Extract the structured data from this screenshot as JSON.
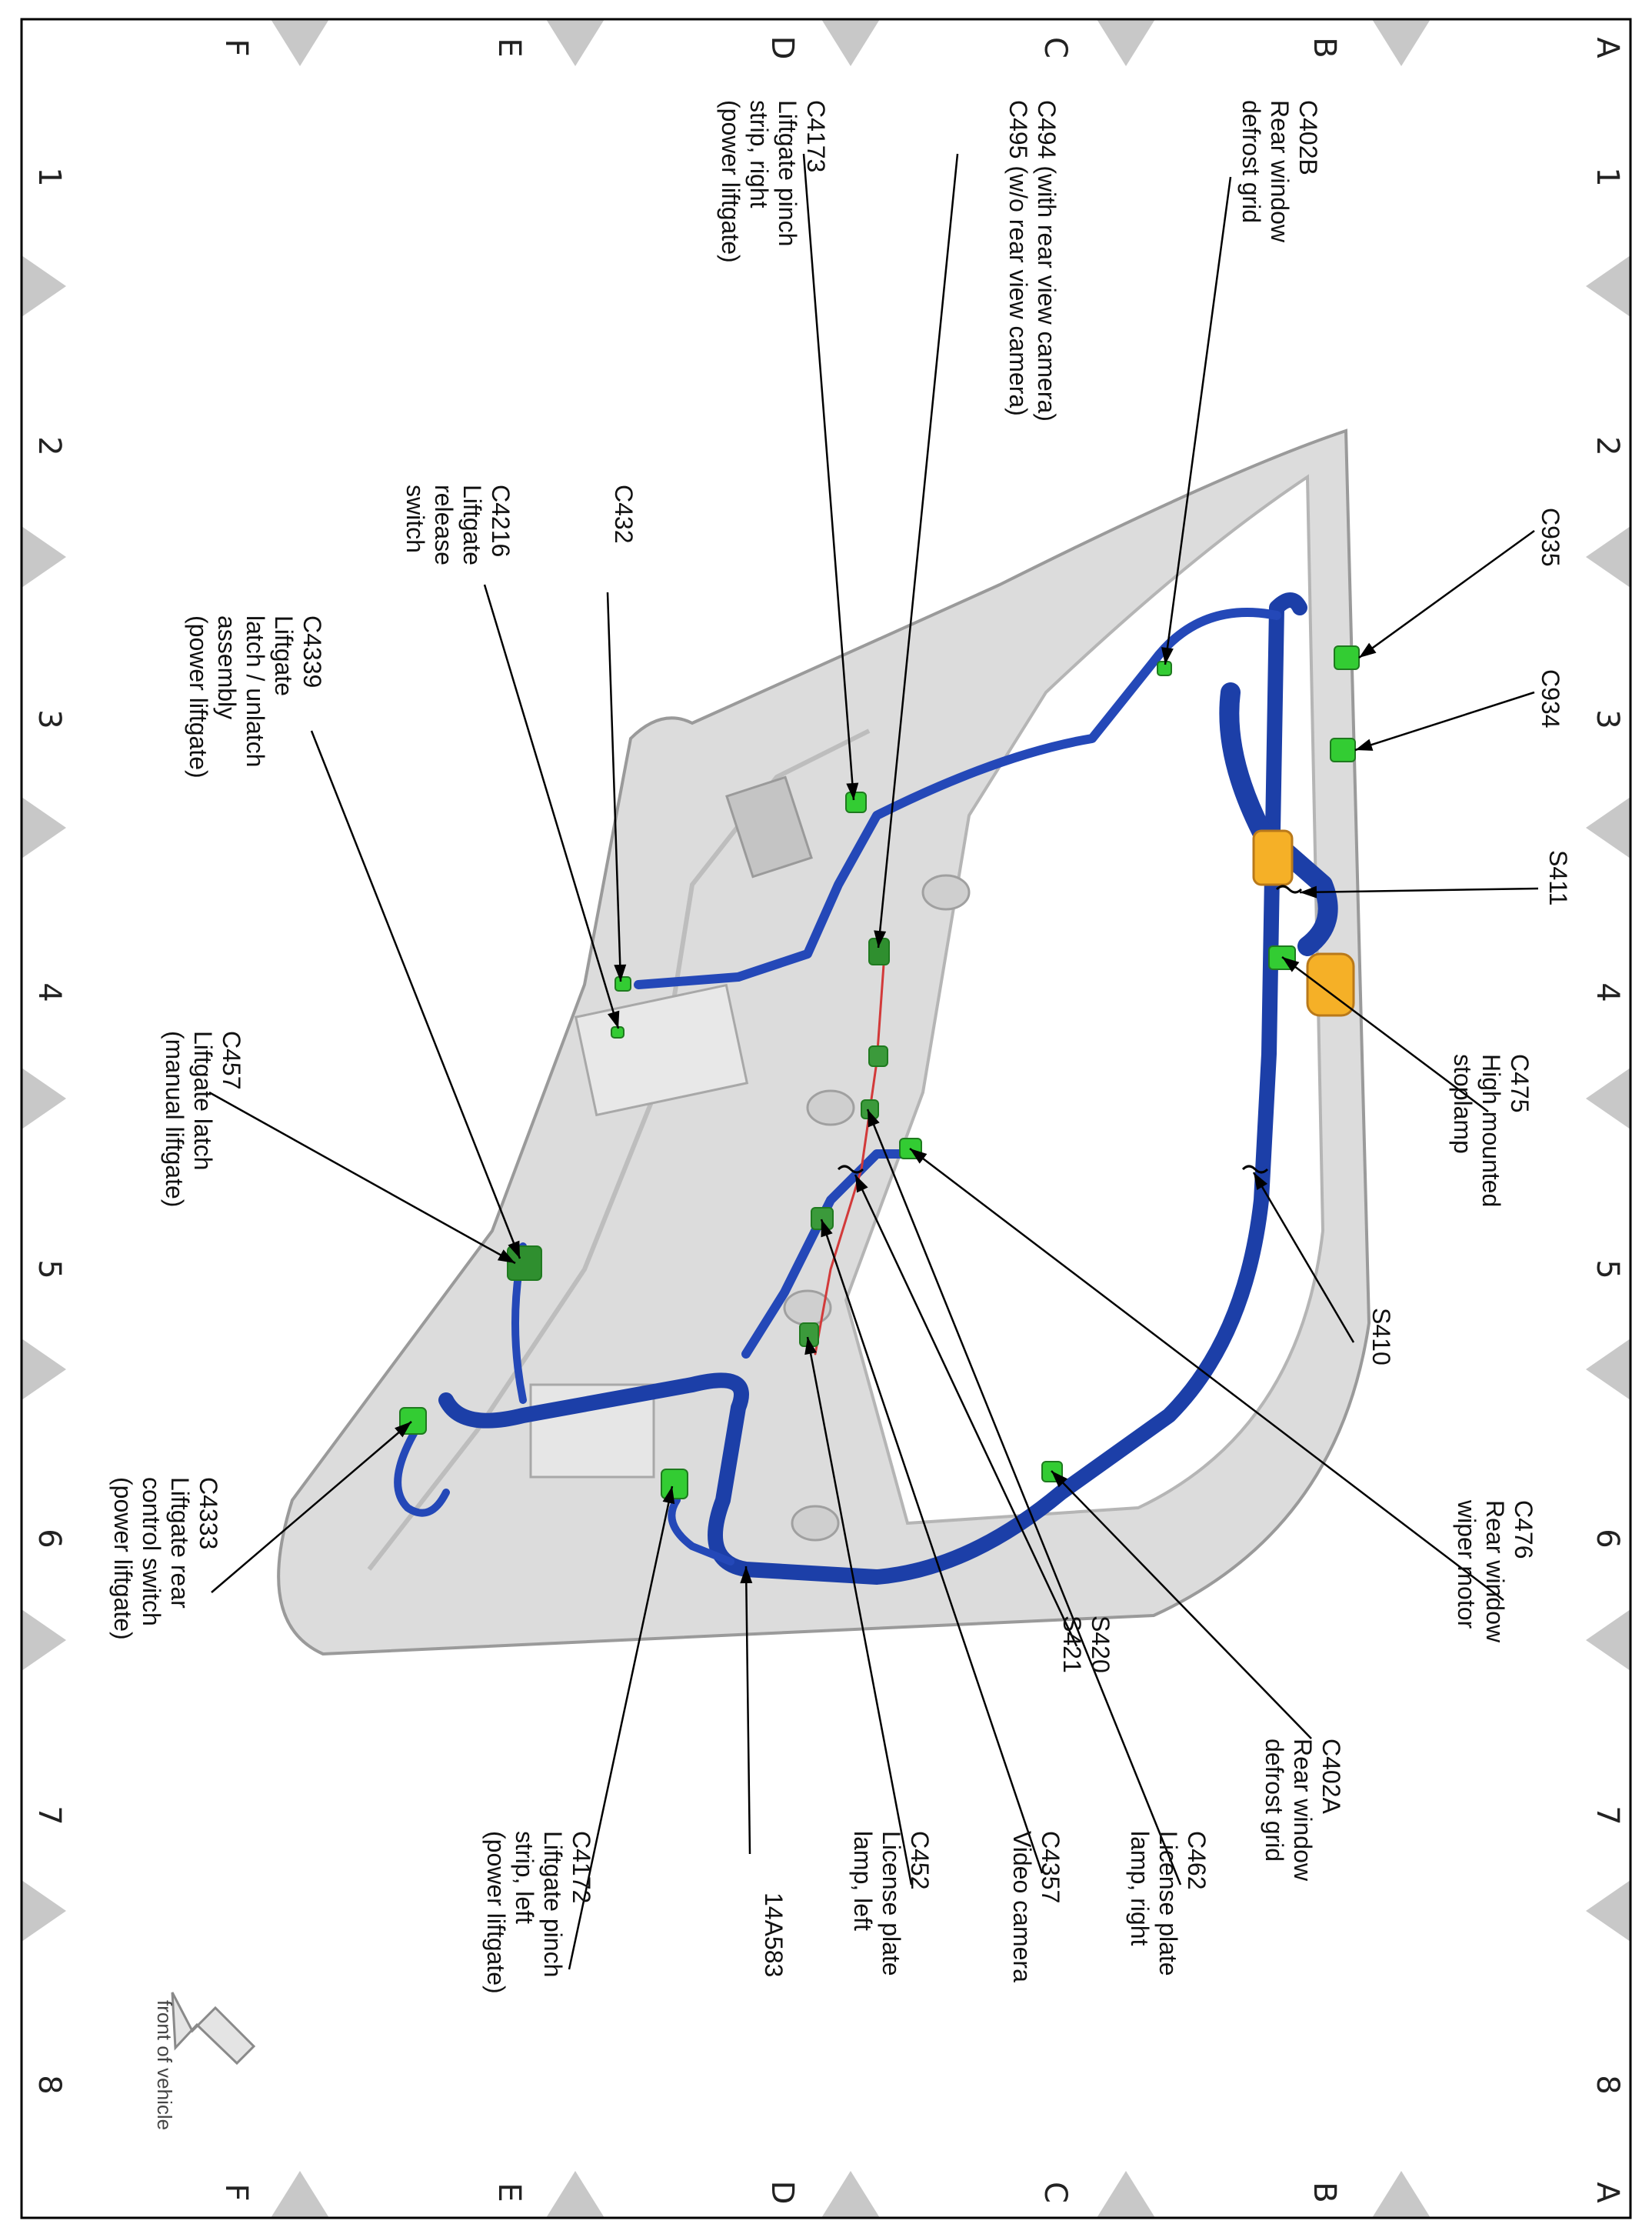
{
  "grid": {
    "columns": [
      "1",
      "2",
      "3",
      "4",
      "5",
      "6",
      "7",
      "8"
    ],
    "rows": [
      "A",
      "B",
      "C",
      "D",
      "E",
      "F"
    ]
  },
  "orientation_note": "front of vehicle",
  "callouts": {
    "c402b": [
      "C402B",
      "Rear window",
      "defrost grid"
    ],
    "c494": [
      "C494  (with rear view camera)",
      "C495  (w/o rear view camera)"
    ],
    "c4173": [
      "C4173",
      "Liftgate pinch",
      "strip, right",
      "(power liftgate)"
    ],
    "c432": [
      "C432"
    ],
    "c4216": [
      "C4216",
      "Liftgate",
      "release",
      "switch"
    ],
    "c4339": [
      "C4339",
      "Liftgate",
      "latch / unlatch",
      "assembly",
      "(power liftgate)"
    ],
    "c457": [
      "C457",
      "Liftgate latch",
      "(manual liftgate)"
    ],
    "c4333": [
      "C4333",
      "Liftgate rear",
      "control switch",
      "(power liftgate)"
    ],
    "c4172": [
      "C4172",
      "Liftgate pinch",
      "strip, left",
      "(power liftgate)"
    ],
    "w14a583": [
      "14A583"
    ],
    "c452": [
      "C452",
      "License plate",
      "lamp, left"
    ],
    "c4357": [
      "C4357",
      "Video camera"
    ],
    "c462": [
      "C462",
      "License plate",
      "lamp, right"
    ],
    "s420": [
      "S420",
      "S421"
    ],
    "c402a": [
      "C402A",
      "Rear window",
      "defrost grid"
    ],
    "c476": [
      "C476",
      "Rear window",
      "wiper motor"
    ],
    "s410": [
      "S410"
    ],
    "c475": [
      "C475",
      "High mounted",
      "stoplamp"
    ],
    "s411": [
      "S411"
    ],
    "c934": [
      "C934"
    ],
    "c935": [
      "C935"
    ]
  },
  "colors": {
    "harness": "#1c3fa8",
    "harness_light": "#3f6fe0",
    "connector": "#33cc33",
    "connector_dark": "#1f7a1f",
    "lamp": "#f5b027",
    "panel": "#d9d9d9",
    "panel_edge": "#9a9a9a",
    "camera_wire": "#d23a3a",
    "grid_marker": "#c8c8c8"
  }
}
